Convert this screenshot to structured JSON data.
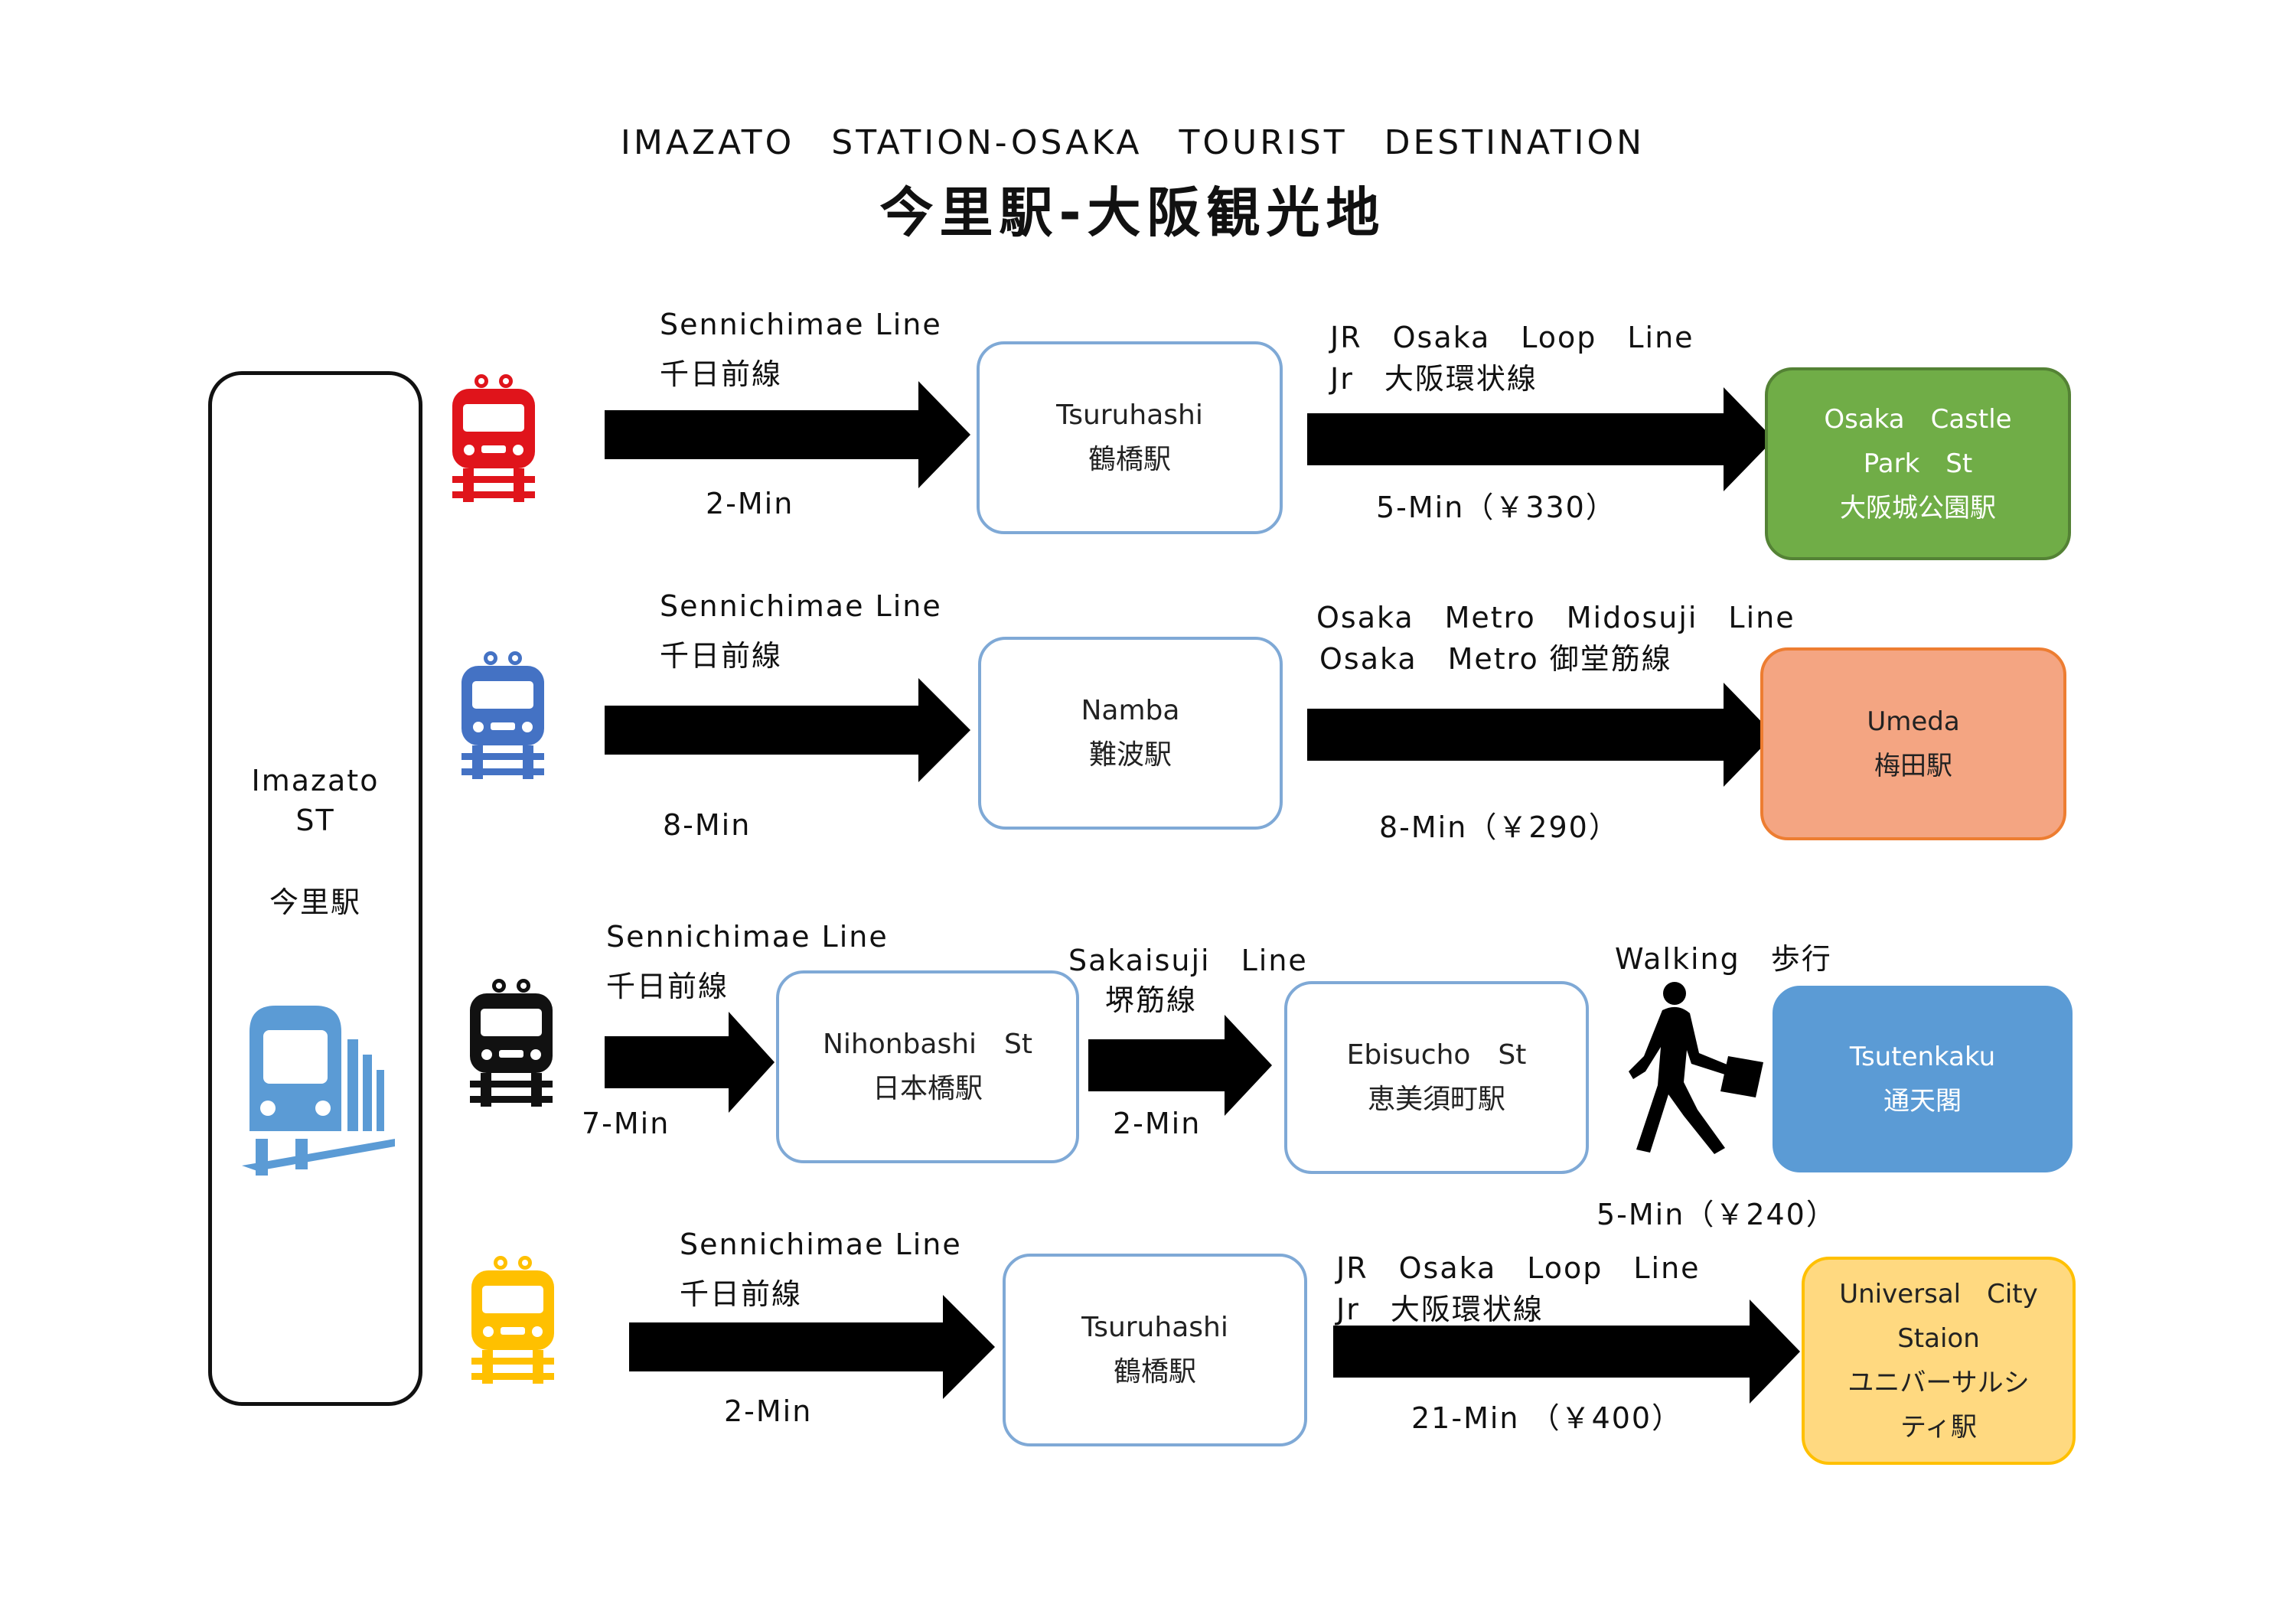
{
  "title": {
    "en": "IMAZATO　STATION-OSAKA　TOURIST　DESTINATION",
    "jp": "今里駅-大阪観光地"
  },
  "origin": {
    "name_en_1": "Imazato",
    "name_en_2": "ST",
    "name_jp": "今里駅",
    "icon": "train-icon",
    "icon_color": "#5b9bd5"
  },
  "routes": [
    {
      "train_icon_color": "#e0141b",
      "leg1": {
        "line_en": "Sennichimae Line",
        "line_jp": "千日前線",
        "time": "2-Min"
      },
      "transfer": {
        "name_en": "Tsuruhashi",
        "name_jp": "鶴橋駅"
      },
      "leg2": {
        "line_en": "JR　Osaka　Loop　Line",
        "line_jp": "Jr　大阪環状線",
        "time": "5-Min（￥330）"
      },
      "destination": {
        "lines": [
          "Osaka　Castle",
          "Park　St",
          "大阪城公園駅"
        ],
        "bg": "#70ad47",
        "border": "#548235",
        "text": "#ffffff"
      }
    },
    {
      "train_icon_color": "#4472c4",
      "leg1": {
        "line_en": "Sennichimae Line",
        "line_jp": "千日前線",
        "time": "8-Min"
      },
      "transfer": {
        "name_en": "Namba",
        "name_jp": "難波駅"
      },
      "leg2": {
        "line_en": "Osaka　Metro　Midosuji　Line",
        "line_jp": "Osaka　Metro 御堂筋線",
        "time": "8-Min（￥290）"
      },
      "destination": {
        "lines": [
          "Umeda",
          "梅田駅"
        ],
        "bg": "#f4a582",
        "border": "#ed7d31",
        "text": "#222222"
      }
    },
    {
      "train_icon_color": "#111111",
      "leg1": {
        "line_en": "Sennichimae Line",
        "line_jp": "千日前線",
        "time": "7-Min"
      },
      "transfer": {
        "name_en": "Nihonbashi　St",
        "name_jp": "日本橋駅"
      },
      "leg2": {
        "line_en": "Sakaisuji　Line",
        "line_jp": "堺筋線",
        "time": "2-Min"
      },
      "transfer2": {
        "name_en": "Ebisucho　St",
        "name_jp": "恵美須町駅"
      },
      "leg3": {
        "mode": "Walking　歩行",
        "icon": "walking-person-icon",
        "time": "5-Min（￥240）"
      },
      "destination": {
        "lines": [
          "Tsutenkaku",
          "通天閣"
        ],
        "bg": "#5b9bd5",
        "border": "#5b9bd5",
        "text": "#ffffff"
      }
    },
    {
      "train_icon_color": "#ffc000",
      "leg1": {
        "line_en": "Sennichimae Line",
        "line_jp": "千日前線",
        "time": "2-Min"
      },
      "transfer": {
        "name_en": "Tsuruhashi",
        "name_jp": "鶴橋駅"
      },
      "leg2": {
        "line_en": "JR　Osaka　Loop　Line",
        "line_jp": "Jr　大阪環状線",
        "time": "21-Min （￥400）"
      },
      "destination": {
        "lines": [
          "Universal　City",
          "Staion",
          "ユニバーサルシ",
          "ティ駅"
        ],
        "bg": "#ffd980",
        "border": "#ffc000",
        "text": "#222222"
      }
    }
  ]
}
